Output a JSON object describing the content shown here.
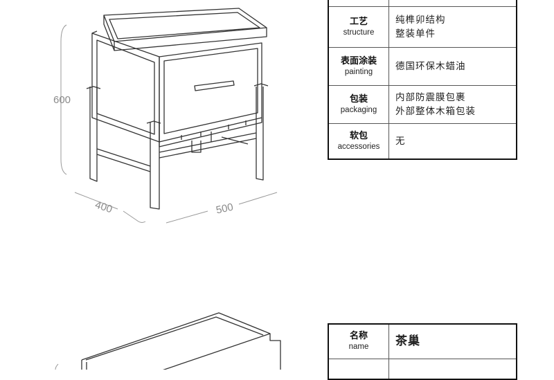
{
  "top_drawing": {
    "dim_height": "600",
    "dim_depth": "400",
    "dim_width": "500"
  },
  "spec_table_top": {
    "rows": [
      {
        "label_zh": "工艺",
        "label_en": "structure",
        "values": [
          "纯榫卯结构",
          "整装单件"
        ]
      },
      {
        "label_zh": "表面涂装",
        "label_en": "painting",
        "values": [
          "德国环保木蜡油"
        ]
      },
      {
        "label_zh": "包装",
        "label_en": "packaging",
        "values": [
          "内部防震膜包裹",
          "外部整体木箱包装"
        ]
      },
      {
        "label_zh": "软包",
        "label_en": "accessories",
        "values": [
          "无"
        ]
      }
    ]
  },
  "spec_table_bottom": {
    "name_label_zh": "名称",
    "name_label_en": "name",
    "name_value": "茶巢"
  },
  "colors": {
    "line": "#222222",
    "dim": "#8a8a8a",
    "table_border": "#111111"
  }
}
